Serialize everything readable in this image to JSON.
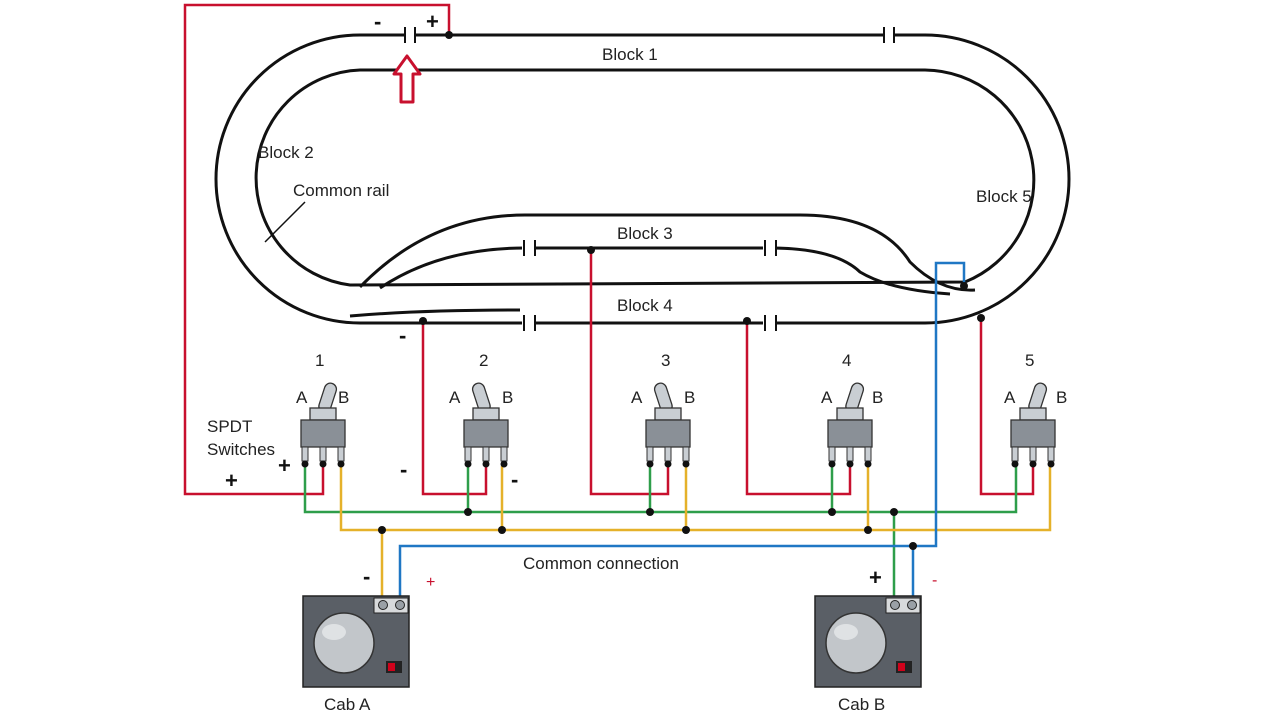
{
  "labels": {
    "block1": "Block 1",
    "block2": "Block 2",
    "block3": "Block 3",
    "block4": "Block 4",
    "block5": "Block 5",
    "common_rail": "Common rail",
    "spdt_line1": "SPDT",
    "spdt_line2": "Switches",
    "common_connection": "Common connection",
    "cab_a": "Cab A",
    "cab_b": "Cab B"
  },
  "switches": [
    {
      "number": "1",
      "a": "A",
      "b": "B"
    },
    {
      "number": "2",
      "a": "A",
      "b": "B"
    },
    {
      "number": "3",
      "a": "A",
      "b": "B"
    },
    {
      "number": "4",
      "a": "A",
      "b": "B"
    },
    {
      "number": "5",
      "a": "A",
      "b": "B"
    }
  ],
  "signs": {
    "top_minus": "-",
    "top_plus": "+",
    "feeder_minus": "-",
    "sw1_plus": "+",
    "red_plus": "+",
    "sw2_minus": "-",
    "sw2_minus_right": "-",
    "cab_a_minus": "-",
    "cab_a_plus": "+",
    "cab_b_plus": "+",
    "cab_b_minus": "-"
  },
  "colors": {
    "track": "#111111",
    "feed": "#c8102e",
    "cab_a_wire": "#e5b12a",
    "cab_b_wire": "#2e9e4a",
    "common_wire": "#1f77c4",
    "arrow": "#c8102e",
    "cab_body": "#5a5f66"
  }
}
